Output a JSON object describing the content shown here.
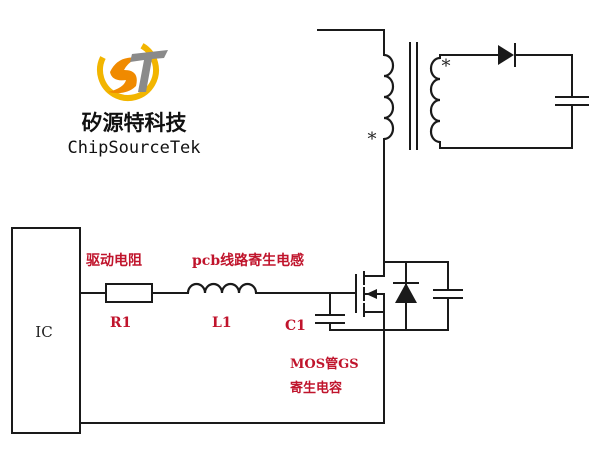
{
  "logo": {
    "company_cn": "矽源特科技",
    "company_en": "ChipSourceTek",
    "colors": {
      "gold": "#f2b500",
      "orange": "#f08a00",
      "gray": "#8a8a8a"
    }
  },
  "ic": {
    "label": "IC"
  },
  "labels": {
    "drive_resistor": "驱动电阻",
    "pcb_inductance": "pcb线路寄生电感",
    "r1": "R1",
    "l1": "L1",
    "c1": "C1",
    "mos_gs_line1": "MOS管GS",
    "mos_gs_line2": "寄生电容"
  },
  "transformer": {
    "primary_dot": "*",
    "secondary_dot": "*"
  },
  "colors": {
    "label_red": "#c0142c",
    "wire": "#1a1a1a"
  }
}
